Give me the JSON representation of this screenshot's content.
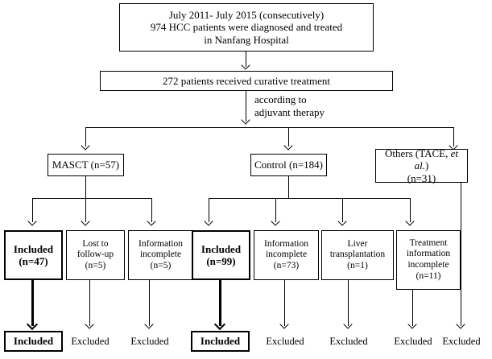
{
  "diagram": {
    "title": "MASCT HCC patient enrollment flowchart",
    "line_color": "#000000",
    "background": "#ffffff"
  },
  "nodes": {
    "source": {
      "line1": "July 2011- July 2015 (consecutively)",
      "line2": "974 HCC patients were diagnosed and treated",
      "line3": "in Nanfang Hospital"
    },
    "curative": {
      "line1": "272 patients received curative treatment"
    },
    "split_note": {
      "line1": "according to",
      "line2": "adjuvant therapy"
    },
    "arms": [
      {
        "name": "masct",
        "line1": "MASCT (n=57)",
        "line2": ""
      },
      {
        "name": "control",
        "line1": "Control (n=184)",
        "line2": ""
      },
      {
        "name": "others",
        "line1_pre": "Others (TACE, ",
        "line1_it": "et al.",
        "line1_post": ")",
        "line2": "(n=31)"
      }
    ],
    "outcomes": [
      {
        "name": "masct-included",
        "line1": "Included",
        "line2": "",
        "line3": "",
        "line4": "(n=47)",
        "bold": true
      },
      {
        "name": "masct-lost",
        "line1": "Lost to",
        "line2": "follow-up",
        "line3": "",
        "line4": "(n=5)",
        "bold": false
      },
      {
        "name": "masct-info-incomplete",
        "line1": "Information",
        "line2": "incomplete",
        "line3": "",
        "line4": "(n=5)",
        "bold": false
      },
      {
        "name": "control-included",
        "line1": "Included",
        "line2": "",
        "line3": "",
        "line4": "(n=99)",
        "bold": true
      },
      {
        "name": "control-info-incomplete",
        "line1": "Information",
        "line2": "incomplete",
        "line3": "",
        "line4": "(n=73)",
        "bold": false
      },
      {
        "name": "control-liver-transplant",
        "line1": "Liver",
        "line2": "transplantation",
        "line3": "",
        "line4": "(n=1)",
        "bold": false
      },
      {
        "name": "control-treatment-info",
        "line1": "Treatment",
        "line2": "information",
        "line3": "incomplete",
        "line4": "(n=11)",
        "bold": false
      }
    ],
    "final": [
      {
        "name": "final-masct-included",
        "label": "Included",
        "boxed": true
      },
      {
        "name": "final-masct-lost",
        "label": "Excluded",
        "boxed": false
      },
      {
        "name": "final-masct-info",
        "label": "Excluded",
        "boxed": false
      },
      {
        "name": "final-control-included",
        "label": "Included",
        "boxed": true
      },
      {
        "name": "final-control-info",
        "label": "Excluded",
        "boxed": false
      },
      {
        "name": "final-control-liver",
        "label": "Excluded",
        "boxed": false
      },
      {
        "name": "final-control-treat",
        "label": "Excluded",
        "boxed": false
      },
      {
        "name": "final-others",
        "label": "Excluded",
        "boxed": false
      }
    ]
  },
  "chart_data": {
    "type": "flowchart",
    "title": "Patient enrollment flow",
    "levels": [
      {
        "level": 0,
        "items": [
          {
            "label": "974 HCC patients diagnosed and treated",
            "n": 974
          }
        ]
      },
      {
        "level": 1,
        "items": [
          {
            "label": "272 patients received curative treatment",
            "n": 272
          }
        ]
      },
      {
        "level": 2,
        "items": [
          {
            "label": "MASCT",
            "n": 57
          },
          {
            "label": "Control",
            "n": 184
          },
          {
            "label": "Others (TACE, et al.)",
            "n": 31
          }
        ]
      },
      {
        "level": 3,
        "items": [
          {
            "label": "Included (MASCT)",
            "n": 47,
            "parent": "MASCT",
            "outcome": "Included"
          },
          {
            "label": "Lost to follow-up",
            "n": 5,
            "parent": "MASCT",
            "outcome": "Excluded"
          },
          {
            "label": "Information incomplete",
            "n": 5,
            "parent": "MASCT",
            "outcome": "Excluded"
          },
          {
            "label": "Included (Control)",
            "n": 99,
            "parent": "Control",
            "outcome": "Included"
          },
          {
            "label": "Information incomplete",
            "n": 73,
            "parent": "Control",
            "outcome": "Excluded"
          },
          {
            "label": "Liver transplantation",
            "n": 1,
            "parent": "Control",
            "outcome": "Excluded"
          },
          {
            "label": "Treatment information incomplete",
            "n": 11,
            "parent": "Control",
            "outcome": "Excluded"
          },
          {
            "label": "Others (TACE, et al.)",
            "n": 31,
            "parent": "Others",
            "outcome": "Excluded"
          }
        ]
      }
    ]
  }
}
